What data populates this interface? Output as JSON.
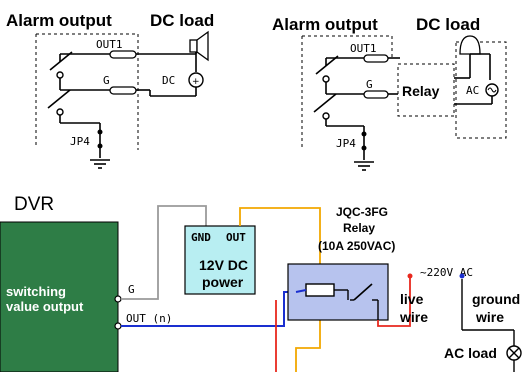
{
  "top_left": {
    "alarm_output_title": "Alarm output",
    "dc_load_title": "DC load",
    "out1_label": "OUT1",
    "g_label": "G",
    "dc_label": "DC",
    "jp4_label": "JP4"
  },
  "top_right": {
    "alarm_output_title": "Alarm output",
    "dc_load_title": "DC load",
    "out1_label": "OUT1",
    "g_label": "G",
    "relay_label": "Relay",
    "ac_label": "AC",
    "jp4_label": "JP4"
  },
  "bottom": {
    "dvr_label": "DVR",
    "switching_line1": "switching",
    "switching_line2": "value output",
    "g_pin_label": "G",
    "out_pin_label": "OUT (n)",
    "power_gnd_label": "GND",
    "power_out_label": "OUT",
    "power_line1": "12V DC",
    "power_line2": "power",
    "relay_line1": "JQC-3FG",
    "relay_line2": "Relay",
    "relay_line3": "(10A 250VAC)",
    "ac_voltage_label": "~220V  AC",
    "live_line1": "live",
    "live_line2": "wire",
    "ground_line1": "ground",
    "ground_line2": "wire",
    "ac_load_label": "AC load"
  },
  "colors": {
    "dvr_green": "#2e7d46",
    "power_cyan": "#b8eef2",
    "relay_blue": "#b7c3ee",
    "wire_orange": "#f2a800",
    "wire_gray": "#9a9a9a",
    "wire_blue": "#1a2fd0",
    "wire_red": "#e8281e"
  }
}
